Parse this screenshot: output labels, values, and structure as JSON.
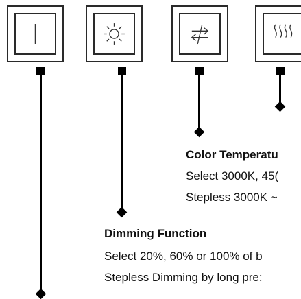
{
  "buttons": [
    {
      "name": "power-button",
      "icon": "vertical-line-icon"
    },
    {
      "name": "dimming-button",
      "icon": "sun-icon"
    },
    {
      "name": "color-temperature-button",
      "icon": "arrows-swap-icon"
    },
    {
      "name": "heat-button",
      "icon": "heat-wave-icon"
    }
  ],
  "annotations": {
    "color_temperature": {
      "title": "Color Temperatu",
      "line1": "Select 3000K, 45(",
      "line2": "Stepless 3000K ~"
    },
    "dimming": {
      "title": "Dimming Function",
      "line1": "Select 20%, 60% or 100% of b",
      "line2": "Stepless Dimming by long pre:"
    }
  },
  "colors": {
    "ink": "#000000",
    "border": "#2a2a2a",
    "background": "#ffffff"
  }
}
